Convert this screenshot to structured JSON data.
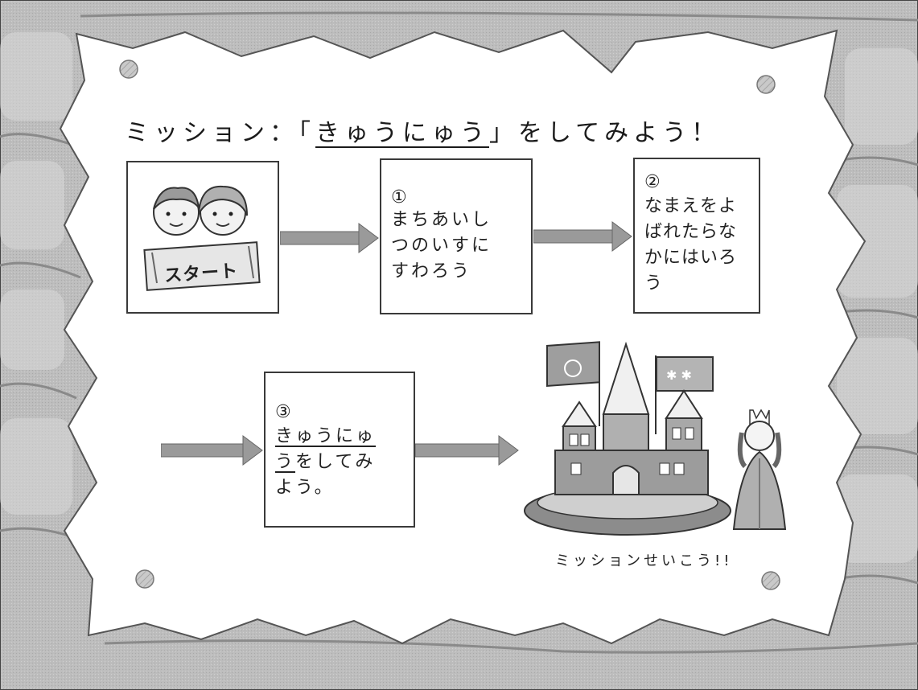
{
  "title": {
    "prefix": "ミッション：「",
    "keyword": "きゅうにゅう",
    "suffix": "」をしてみよう！"
  },
  "start_card": {
    "sign_text": "スタート",
    "icon": "children-start-icon"
  },
  "steps": [
    {
      "number": "①",
      "lines": [
        "まちあいし",
        "つのいすに",
        "すわろう"
      ]
    },
    {
      "number": "②",
      "lines": [
        "なまえをよ",
        "ばれたらな",
        "かにはいろ",
        "う"
      ]
    },
    {
      "number": "③",
      "underlined_a": "きゅうにゅ",
      "underlined_b": "う",
      "rest_b": "をしてみ",
      "line3": "よう。"
    }
  ],
  "goal": {
    "label": "ミッションせいこう!!",
    "icon": "castle-princess-icon"
  },
  "colors": {
    "board": "#b8b8b8",
    "paper": "#ffffff",
    "arrow": "#9a9a9a",
    "pin": "#bdbdbd"
  }
}
